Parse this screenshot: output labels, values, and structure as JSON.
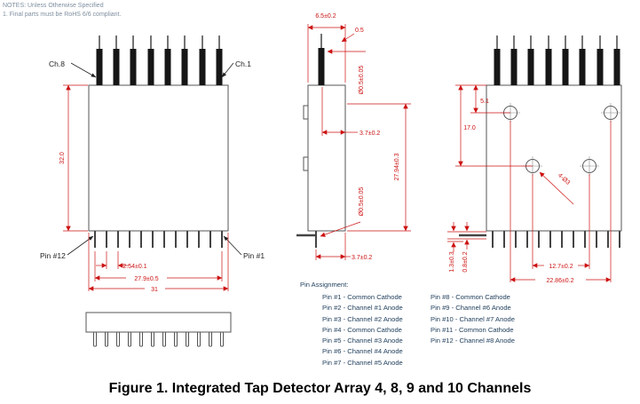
{
  "notes": {
    "line1": "NOTES: Unless Otherwise Specified",
    "line2": "1. Final parts must be RoHS 6/6 compliant."
  },
  "front_view": {
    "label_ch8": "Ch.8",
    "label_ch1": "Ch.1",
    "label_pin12": "Pin #12",
    "label_pin1": "Pin #1",
    "dim_height": "32.0",
    "dim_pin_pitch": "2.54±0.1",
    "dim_pin_span": "27.9±0.5",
    "dim_body_width": "31"
  },
  "side_view": {
    "dim_body_depth": "6.5±0.2",
    "dim_fiber_offset": "0.5",
    "dim_fiber_dia": "Ø0.5±0.05",
    "dim_fiber_edge": "3.7±0.2",
    "dim_body_height": "27.94±0.3",
    "dim_pin_dia": "Ø0.5±0.05",
    "dim_pin_edge": "3.7±0.2"
  },
  "back_view": {
    "dim_hole_top": "5.1",
    "dim_hole_row": "17.0",
    "dim_holes": "4-Ø3",
    "dim_lead_a": "1.3±0.3",
    "dim_lead_b": "0.8±0.2",
    "dim_hole_pitch": "12.7±0.2",
    "dim_hole_span": "22.86±0.2"
  },
  "pin_assignment": {
    "title": "Pin Assignment:",
    "left": [
      "Pin #1 - Common Cathode",
      "Pin #2 - Channel #1 Anode",
      "Pin #3 - Channel #2 Anode",
      "Pin #4 - Common Cathode",
      "Pin #5 - Channel #3 Anode",
      "Pin #6 - Channel #4 Anode",
      "Pin #7 - Channel #5 Anode"
    ],
    "right": [
      "Pin #8 - Common Cathode",
      "Pin #9 - Channel #6 Anode",
      "Pin #10 - Channel #7 Anode",
      "Pin #11 - Common Cathode",
      "Pin #12 - Channel #8 Anode"
    ]
  },
  "caption": "Figure 1. Integrated Tap Detector Array 4, 8, 9 and 10 Channels",
  "colors": {
    "dimension_red": "#cc1111",
    "part_line": "#555555",
    "notes_text": "#7f8fa0",
    "pin_text": "#24425f"
  }
}
